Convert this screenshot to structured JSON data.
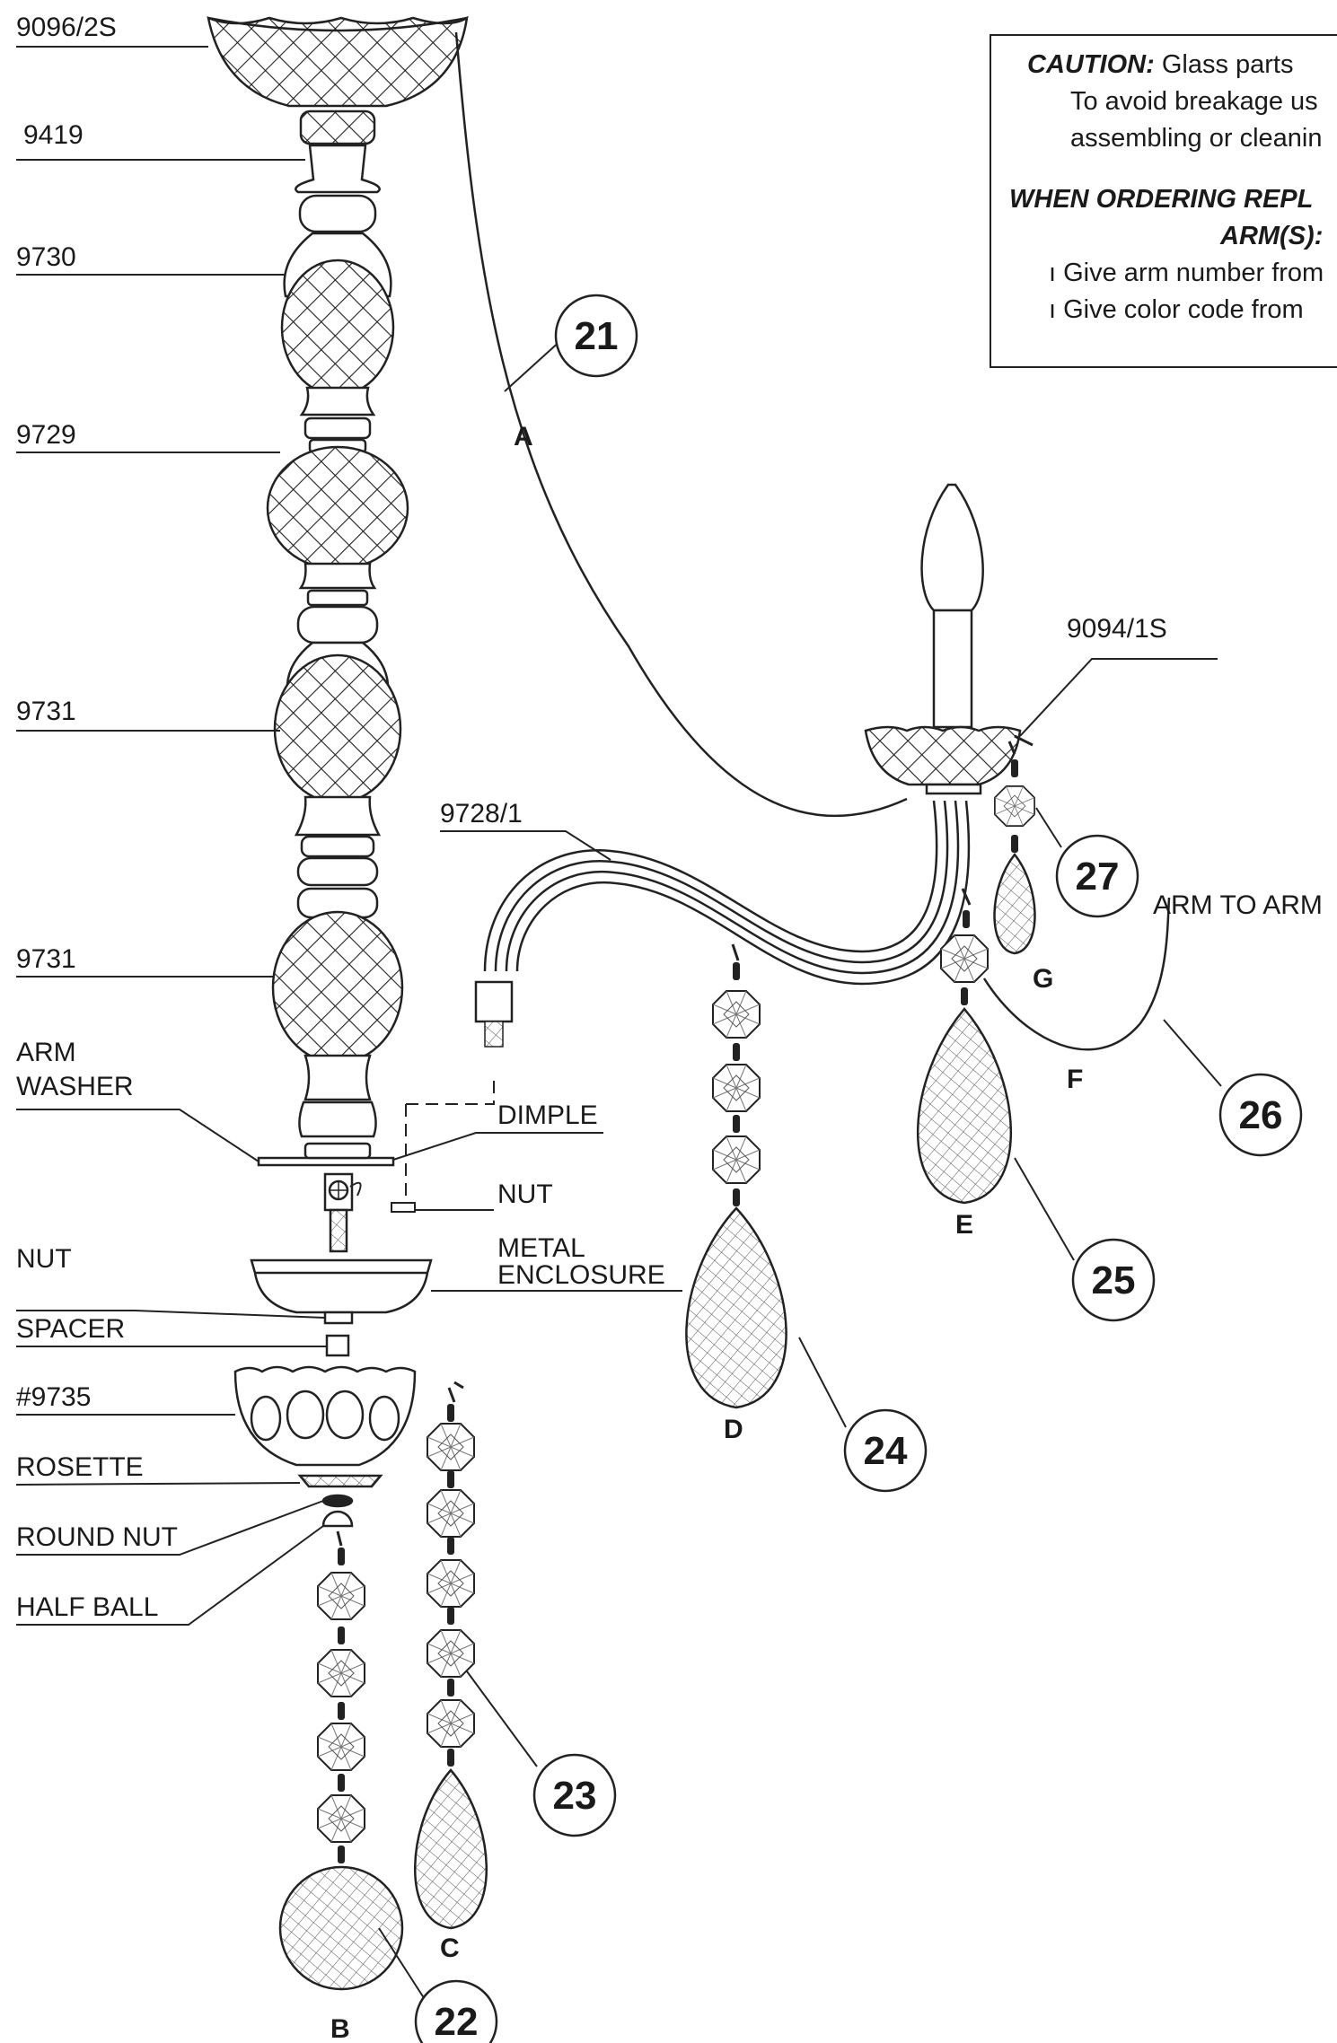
{
  "caution_box": {
    "heading": "CAUTION:",
    "line1": "Glass parts",
    "line2": "To avoid breakage us",
    "line3": "assembling or cleanin",
    "order_heading": "WHEN ORDERING  REPL",
    "order_sub": "ARM(S):",
    "bullet1": "Give arm number from",
    "bullet2": "Give color code from"
  },
  "part_labels": {
    "bowl_top": "9096/2S",
    "p9419": "9419",
    "p9730": "9730",
    "p9729": "9729",
    "p9731a": "9731",
    "p9731b": "9731",
    "arm_washer_1": "ARM",
    "arm_washer_2": "WASHER",
    "dimple": "DIMPLE",
    "nut_small": "NUT",
    "metal_enclosure_1": "METAL",
    "metal_enclosure_2": "ENCLOSURE",
    "nut": "NUT",
    "spacer": "SPACER",
    "p9735": "#9735",
    "rosette": "ROSETTE",
    "round_nut": "ROUND NUT",
    "half_ball": "HALF BALL",
    "arm": "9728/1",
    "bobeche": "9094/1S",
    "arm_to_arm": "ARM TO ARM"
  },
  "callouts": {
    "c21": "21",
    "c22": "22",
    "c23": "23",
    "c24": "24",
    "c25": "25",
    "c26": "26",
    "c27": "27"
  },
  "letters": {
    "a": "A",
    "b": "B",
    "c": "C",
    "d": "D",
    "e": "E",
    "f": "F",
    "g": "G"
  }
}
